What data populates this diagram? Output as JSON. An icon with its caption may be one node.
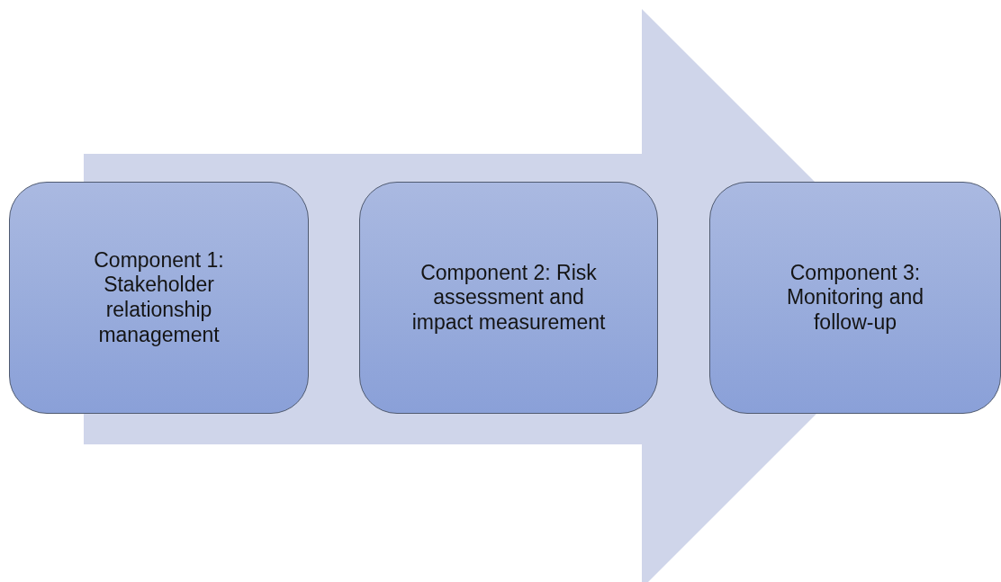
{
  "diagram": {
    "nodes": [
      {
        "text": [
          "Component 1: Stakeholder relationship management"
        ]
      },
      {
        "text": [
          "Component 2: Risk assessment and impact measurement"
        ]
      },
      {
        "text": [
          "Component 3: Monitoring and follow-up"
        ]
      }
    ],
    "edges": [
      {
        "from": 0,
        "to": 2,
        "arrow": "to",
        "style": "thick"
      }
    ]
  }
}
